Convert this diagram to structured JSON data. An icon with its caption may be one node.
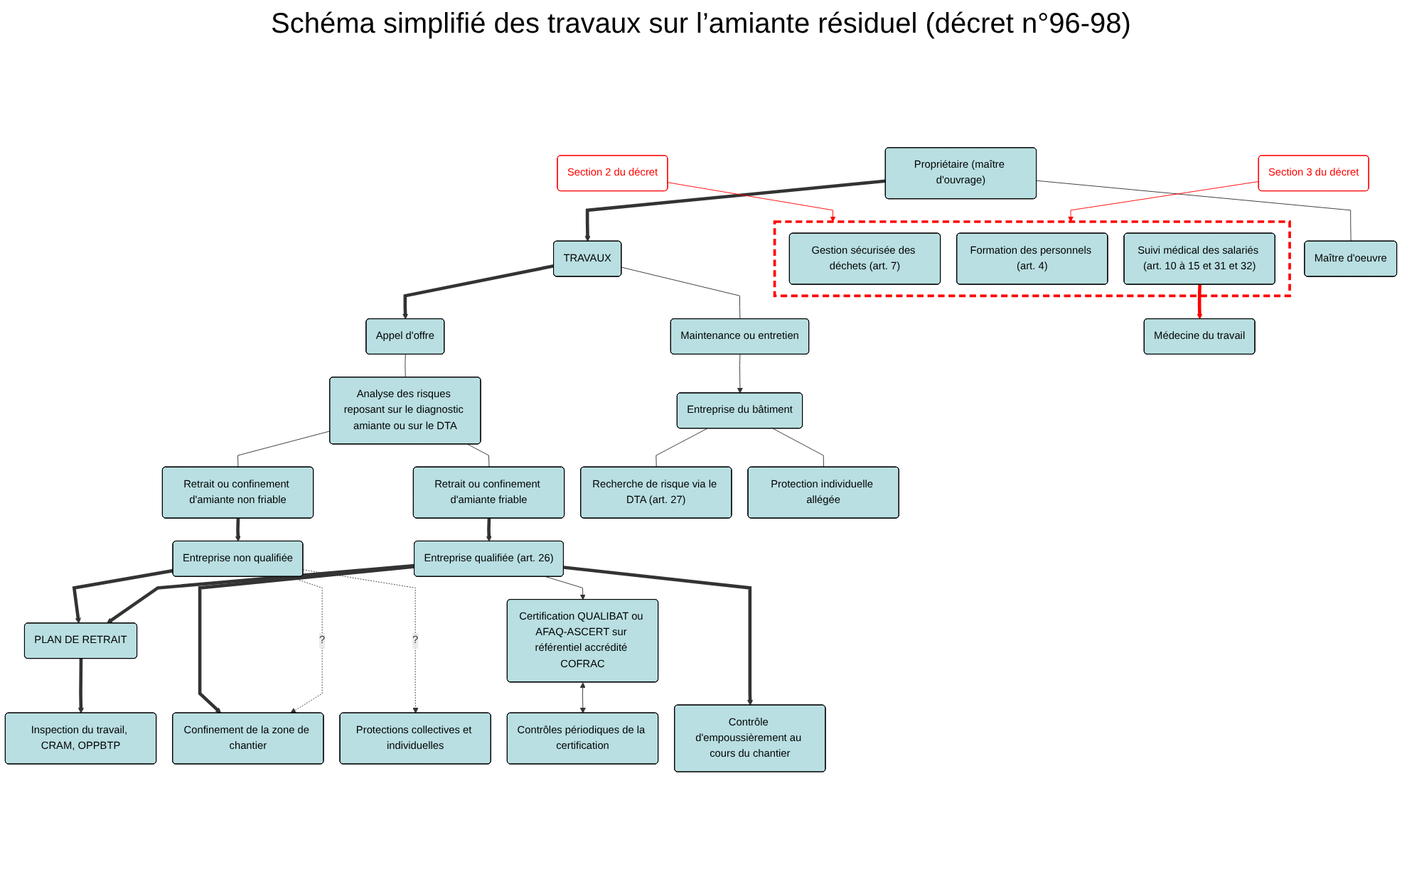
{
  "diagram": {
    "title": "Schéma simplifié des travaux sur l’amiante résiduel (décret n°96-98)",
    "nodes": [
      {
        "text": [
          "Propriétaire (maître d'ouvrage)"
        ]
      },
      {
        "text": [
          "Maître d'oeuvre"
        ]
      },
      {
        "text": [
          "Appel d'offre"
        ]
      },
      {
        "text": [
          "TRAVAUX"
        ]
      },
      {
        "text": [
          "Analyse des risques reposant sur le diagnostic amiante ou sur le DTA"
        ]
      },
      {
        "text": [
          "Section 2 du décret"
        ]
      },
      {
        "text": [
          "Section 3 du décret"
        ]
      },
      {
        "text": [],
        "shape": "box"
      },
      {
        "text": [
          "Gestion sécurisée des déchets (art. 7)"
        ],
        "in": 7
      },
      {
        "text": [
          "Formation des personnels (art. 4)"
        ],
        "in": 7
      },
      {
        "text": [
          "Suivi médical des salariés (art. 10 à 15 et 31 et 32)"
        ],
        "in": 7
      },
      {
        "text": [
          "Maintenance ou entretien"
        ]
      },
      {
        "text": [
          "Retrait ou confinement d'amiante non friable"
        ]
      },
      {
        "text": [
          "Retrait ou confinement d'amiante friable"
        ]
      },
      {
        "text": [
          "Entreprise du bâtiment"
        ]
      },
      {
        "text": [
          "Entreprise non qualifiée"
        ]
      },
      {
        "text": [
          "Entreprise qualifiée (art. 26)"
        ]
      },
      {
        "text": [
          "PLAN DE RETRAIT"
        ]
      },
      {
        "text": [
          "Certification QUALIBAT ou AFAQ-ASCERT sur référentiel accrédité COFRAC"
        ]
      },
      {
        "text": [
          "Inspection du travail, CRAM, OPPBTP"
        ]
      },
      {
        "text": [
          "Recherche de risque via le DTA (art. 27)"
        ]
      },
      {
        "text": [
          "Protection individuelle allégée"
        ]
      },
      {
        "text": [
          "Contrôles périodiques de la certification"
        ]
      },
      {
        "text": [
          "Confinement de la zone de chantier"
        ]
      },
      {
        "text": [
          "Protections collectives et individuelles"
        ]
      },
      {
        "text": [
          "Médecine du travail"
        ]
      },
      {
        "text": [
          "Contrôle d'empoussièrement au cours du chantier"
        ]
      }
    ],
    "edges": [
      {
        "from": 0,
        "to": 1,
        "arrow": "none"
      },
      {
        "from": 0,
        "to": 3,
        "arrow": "to",
        "style": "thick"
      },
      {
        "from": 3,
        "to": 2,
        "arrow": "to",
        "style": "thick"
      },
      {
        "from": 3,
        "to": 11,
        "arrow": "none"
      },
      {
        "from": 2,
        "to": 4,
        "arrow": "none"
      },
      {
        "from": 4,
        "to": 12,
        "arrow": "none"
      },
      {
        "from": 4,
        "to": 13,
        "arrow": "none"
      },
      {
        "from": 5,
        "to": 7,
        "arrow": "to",
        "color": "#ff0000"
      },
      {
        "from": 6,
        "to": 7,
        "arrow": "to",
        "color": "#ff0000"
      },
      {
        "from": 12,
        "to": 15,
        "arrow": "to",
        "style": "thick"
      },
      {
        "from": 13,
        "to": 16,
        "arrow": "to",
        "style": "thick"
      },
      {
        "from": 11,
        "to": 14,
        "arrow": "to"
      },
      {
        "from": 14,
        "to": 20,
        "arrow": "none"
      },
      {
        "from": 14,
        "to": 21,
        "arrow": "none"
      },
      {
        "from": 15,
        "to": 17,
        "arrow": "to",
        "style": "thick"
      },
      {
        "from": 16,
        "to": 17,
        "arrow": "to",
        "style": "thick"
      },
      {
        "from": 16,
        "to": 18,
        "arrow": "to"
      },
      {
        "from": 16,
        "to": 23,
        "arrow": "to",
        "style": "thick"
      },
      {
        "from": 16,
        "to": 26,
        "arrow": "to",
        "style": "thick"
      },
      {
        "from": 17,
        "to": 19,
        "arrow": "to",
        "style": "thick"
      },
      {
        "from": 18,
        "to": 22,
        "arrow": "both"
      },
      {
        "from": 15,
        "to": 23,
        "arrow": "to",
        "style": "dashed",
        "label": "?"
      },
      {
        "from": 15,
        "to": 24,
        "arrow": "to",
        "style": "dashed",
        "label": "?"
      },
      {
        "from": 10,
        "to": 25,
        "arrow": "to",
        "style": "thick",
        "color": "#ff0000"
      }
    ]
  }
}
